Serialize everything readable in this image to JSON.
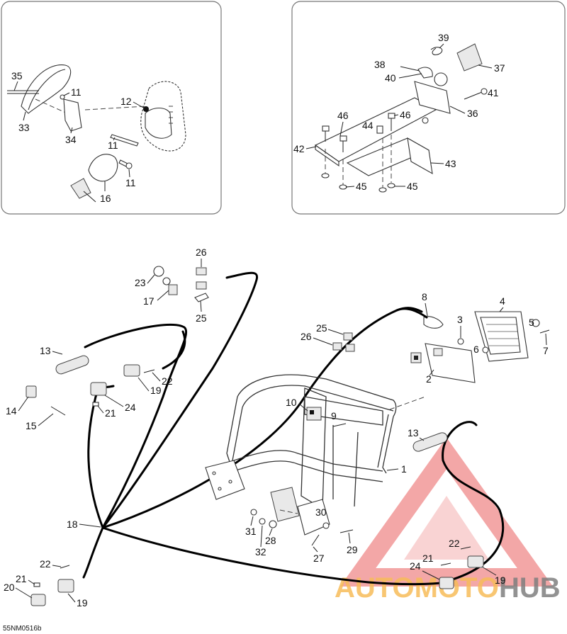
{
  "figure_code": "55NM0516b",
  "callouts": {
    "c1": "1",
    "c2": "2",
    "c3": "3",
    "c4": "4",
    "c5": "5",
    "c6": "6",
    "c7": "7",
    "c8": "8",
    "c9": "9",
    "c10": "10",
    "c11": "11",
    "c12": "12",
    "c13": "13",
    "c14": "14",
    "c15": "15",
    "c16": "16",
    "c17": "17",
    "c18": "18",
    "c19": "19",
    "c20": "20",
    "c21": "21",
    "c22": "22",
    "c23": "23",
    "c24": "24",
    "c25": "25",
    "c26": "26",
    "c27": "27",
    "c28": "28",
    "c29": "29",
    "c30": "30",
    "c31": "31",
    "c32": "32",
    "c33": "33",
    "c34": "34",
    "c35": "35",
    "c36": "36",
    "c37": "37",
    "c38": "38",
    "c39": "39",
    "c40": "40",
    "c41": "41",
    "c42": "42",
    "c43": "43",
    "c44": "44",
    "c45": "45",
    "c46": "46"
  },
  "watermark": {
    "text_left": "AUTOMOTO",
    "text_right": "HUB",
    "color_main": "#f08a8a",
    "color_text": "#f5a623",
    "color_dark": "#555555"
  }
}
